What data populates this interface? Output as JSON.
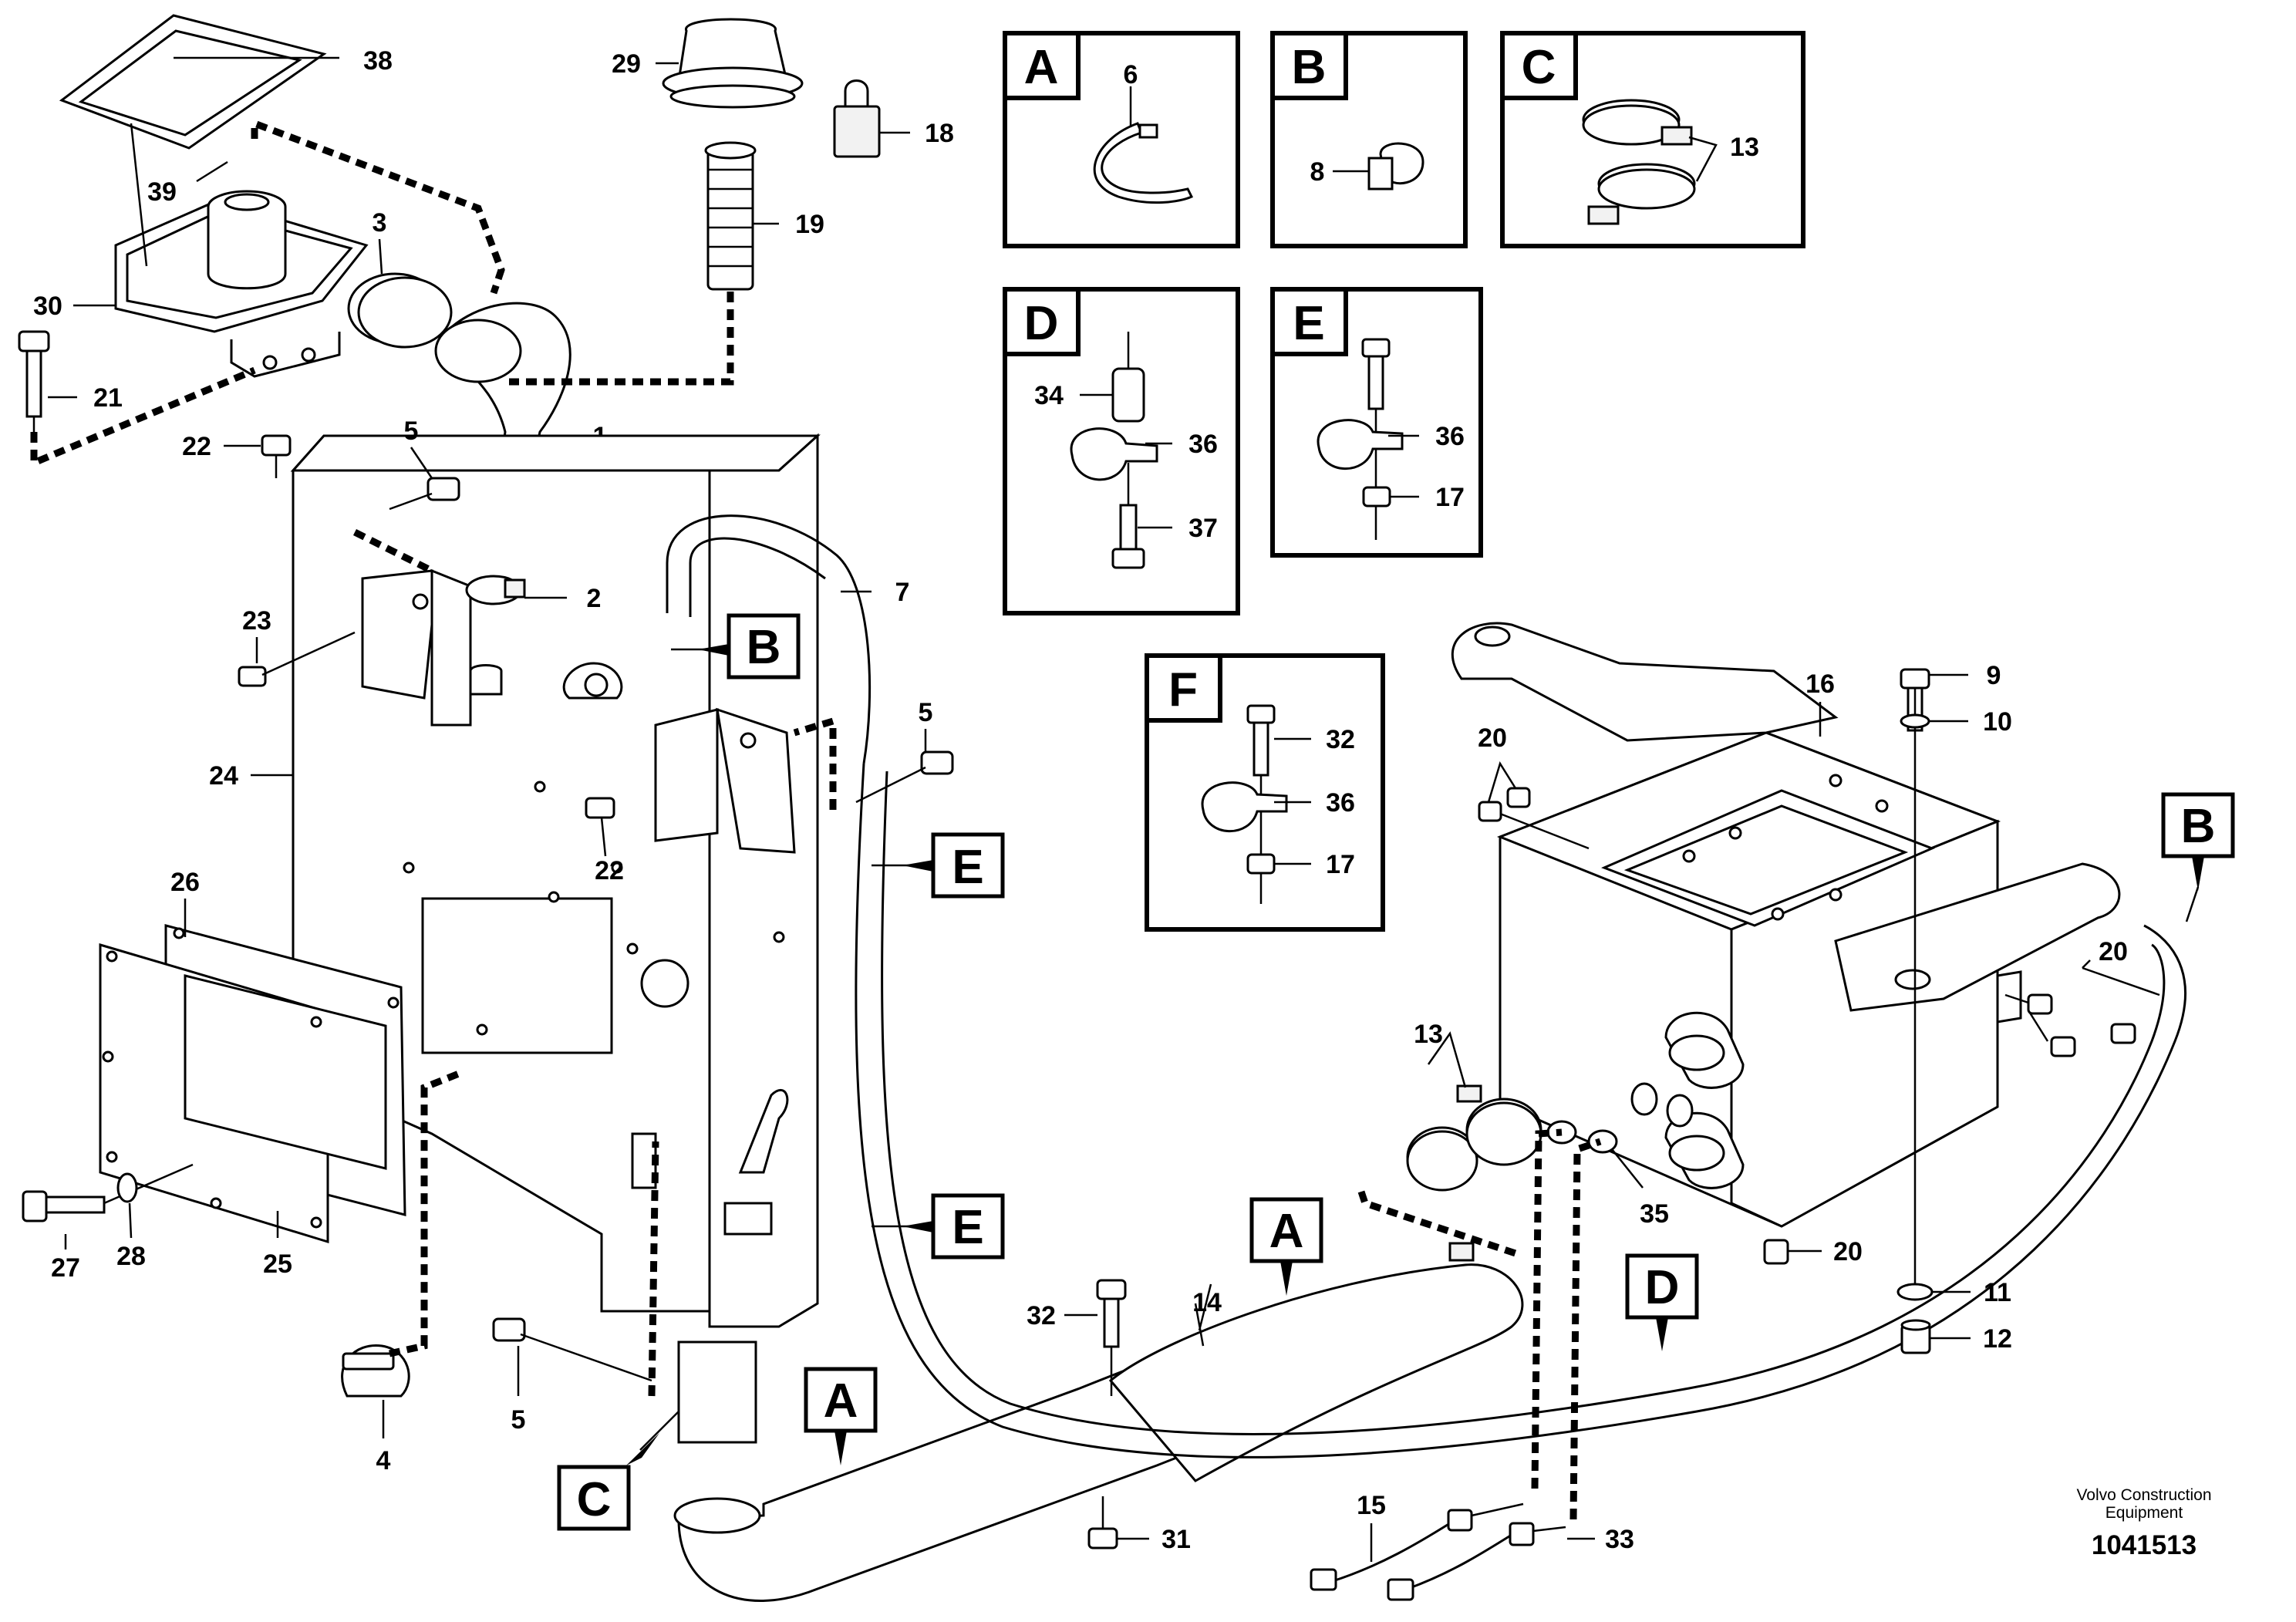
{
  "part_numbers": {
    "p1": "1",
    "p2": "2",
    "p3": "3",
    "p4": "4",
    "p5a": "5",
    "p5b": "5",
    "p5c": "5",
    "p6": "6",
    "p7": "7",
    "p8": "8",
    "p9": "9",
    "p10": "10",
    "p11": "11",
    "p12": "12",
    "p13a": "13",
    "p13b": "13",
    "p14": "14",
    "p15": "15",
    "p16": "16",
    "p17a": "17",
    "p17b": "17",
    "p18": "18",
    "p19": "19",
    "p20a": "20",
    "p20b": "20",
    "p20c": "20",
    "p21": "21",
    "p22a": "22",
    "p22b": "22",
    "p23": "23",
    "p24": "24",
    "p25": "25",
    "p26": "26",
    "p27": "27",
    "p28": "28",
    "p29": "29",
    "p30": "30",
    "p31": "31",
    "p32a": "32",
    "p32b": "32",
    "p33": "33",
    "p34": "34",
    "p35": "35",
    "p36a": "36",
    "p36b": "36",
    "p36c": "36",
    "p37": "37",
    "p38": "38",
    "p39": "39"
  },
  "detail_boxes": {
    "A": "A",
    "B": "B",
    "C": "C",
    "D": "D",
    "E": "E",
    "F": "F"
  },
  "callouts": {
    "b_top": "B",
    "e_upper": "E",
    "e_lower": "E",
    "a_mid": "A",
    "a_low": "A",
    "c_low": "C",
    "d_right": "D",
    "b_right": "B"
  },
  "credit": {
    "line1": "Volvo Construction",
    "line2": "Equipment",
    "document_number": "1041513"
  }
}
